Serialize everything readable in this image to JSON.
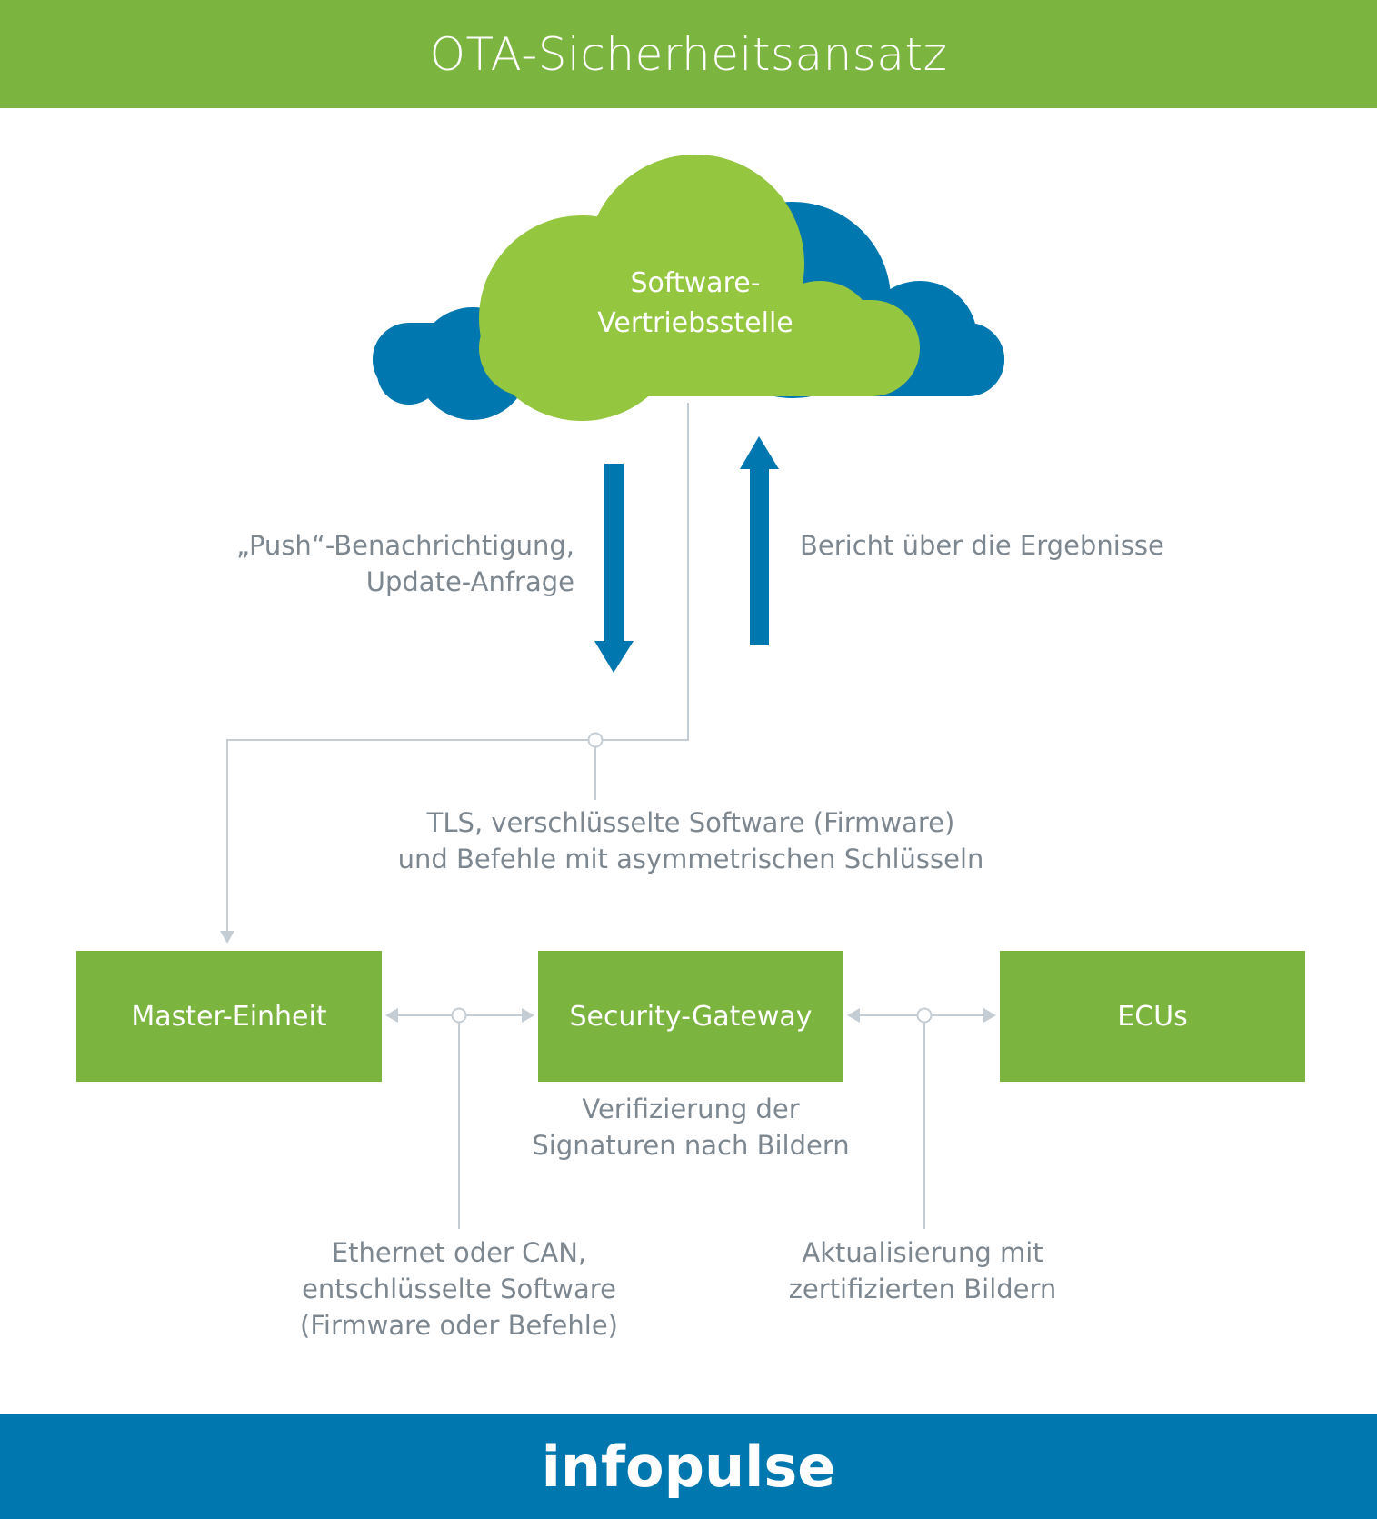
{
  "header": {
    "title": "OTA-Sicherheitsansatz"
  },
  "cloud": {
    "line1": "Software-",
    "line2": "Vertriebsstelle"
  },
  "arrows": {
    "down_label": {
      "line1": "„Push“-Benachrichtigung,",
      "line2": "Update-Anfrage"
    },
    "up_label": "Bericht über die Ergebnisse"
  },
  "channel": {
    "line1": "TLS, verschlüsselte Software (Firmware)",
    "line2": "und Befehle mit asymmetrischen Schlüsseln"
  },
  "boxes": {
    "master": "Master-Einheit",
    "gateway": "Security-Gateway",
    "ecus": "ECUs"
  },
  "gateway_note": {
    "line1": "Verifizierung der",
    "line2": "Signaturen nach Bildern"
  },
  "link_left": {
    "line1": "Ethernet oder CAN,",
    "line2": "entschlüsselte Software",
    "line3": "(Firmware oder Befehle)"
  },
  "link_right": {
    "line1": "Aktualisierung mit",
    "line2": "zertifizierten Bildern"
  },
  "footer": {
    "logo": "infopulse"
  },
  "colors": {
    "green": "#7cb440",
    "cloud_green": "#94c63f",
    "blue": "#0077ae",
    "line": "#c4cdd4",
    "text": "#7d8790"
  }
}
